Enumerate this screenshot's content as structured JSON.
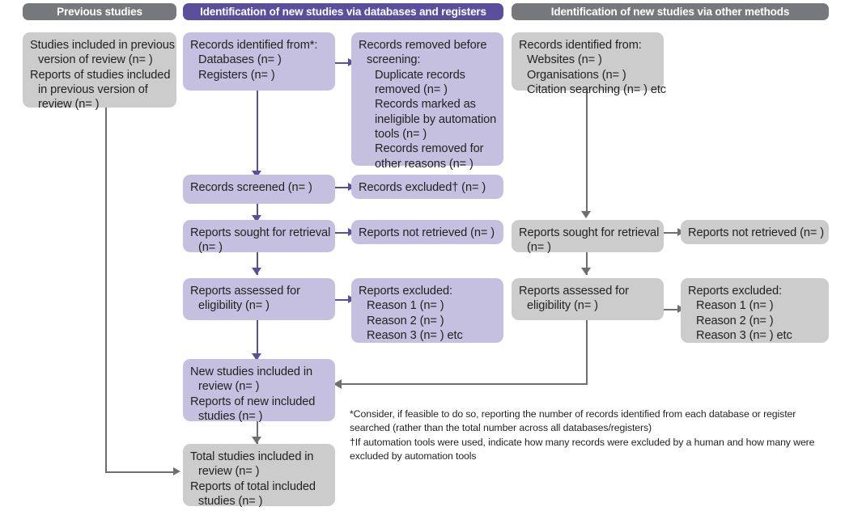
{
  "diagram": {
    "title": "PRISMA 2020 flow diagram for updated systematic reviews",
    "colors": {
      "header_grey": "#76787b",
      "header_purple": "#5b4e9d",
      "box_grey": "#cccccc",
      "box_purple": "#c5c0e0",
      "connector_grey": "#6e6f72",
      "connector_purple": "#5b4e9d",
      "text": "#231f20",
      "background": "#ffffff"
    }
  },
  "headers": {
    "previous_studies": "Previous studies",
    "new_via_databases": "Identification of new studies via databases and registers",
    "new_via_other": "Identification of new studies via other methods"
  },
  "boxes": {
    "previous_included": {
      "lines": [
        "Studies included in previous",
        "version of review (n= )",
        "Reports of studies included",
        "in previous version of",
        "review (n= )"
      ]
    },
    "records_identified_db": {
      "lines": [
        "Records identified from*:",
        "Databases (n= )",
        "Registers (n= )"
      ]
    },
    "records_removed": {
      "lines": [
        "Records removed before",
        "screening:",
        "Duplicate records",
        "removed (n= )",
        "Records marked as",
        "ineligible by automation",
        "tools (n= )",
        "Records removed for",
        "other reasons (n= )"
      ]
    },
    "records_screened": {
      "lines": [
        "Records screened (n= )"
      ]
    },
    "records_excluded": {
      "lines": [
        "Records excluded† (n= )"
      ]
    },
    "reports_sought_db": {
      "lines": [
        "Reports sought for retrieval",
        "(n= )"
      ]
    },
    "reports_not_retrieved_db": {
      "lines": [
        "Reports not retrieved (n= )"
      ]
    },
    "reports_assessed_db": {
      "lines": [
        "Reports assessed for",
        "eligibility (n= )"
      ]
    },
    "reports_excluded_db": {
      "lines": [
        "Reports excluded:",
        "Reason 1 (n= )",
        "Reason 2 (n= )",
        "Reason 3 (n= ) etc"
      ]
    },
    "records_identified_other": {
      "lines": [
        "Records identified from:",
        "Websites (n= )",
        "Organisations (n= )",
        "Citation searching (n= ) etc"
      ]
    },
    "reports_sought_other": {
      "lines": [
        "Reports sought for retrieval",
        "(n= )"
      ]
    },
    "reports_not_retrieved_other": {
      "lines": [
        "Reports not retrieved (n= )"
      ]
    },
    "reports_assessed_other": {
      "lines": [
        "Reports assessed for",
        "eligibility (n= )"
      ]
    },
    "reports_excluded_other": {
      "lines": [
        "Reports excluded:",
        "Reason 1 (n= )",
        "Reason 2 (n= )",
        "Reason 3 (n= ) etc"
      ]
    },
    "new_studies_included": {
      "lines": [
        "New studies included in",
        "review (n= )",
        "Reports of new included",
        "studies (n= )"
      ]
    },
    "total_studies_included": {
      "lines": [
        "Total studies included in",
        "review (n= )",
        "Reports of total included",
        "studies (n= )"
      ]
    }
  },
  "footnotes": {
    "line1": "*Consider, if feasible to do so, reporting the number of records identified from each database or register",
    "line2": "searched (rather than the total number across all databases/registers)",
    "line3": "†If automation tools were used, indicate how many records were excluded by a human and how many were",
    "line4": "excluded by automation tools"
  }
}
